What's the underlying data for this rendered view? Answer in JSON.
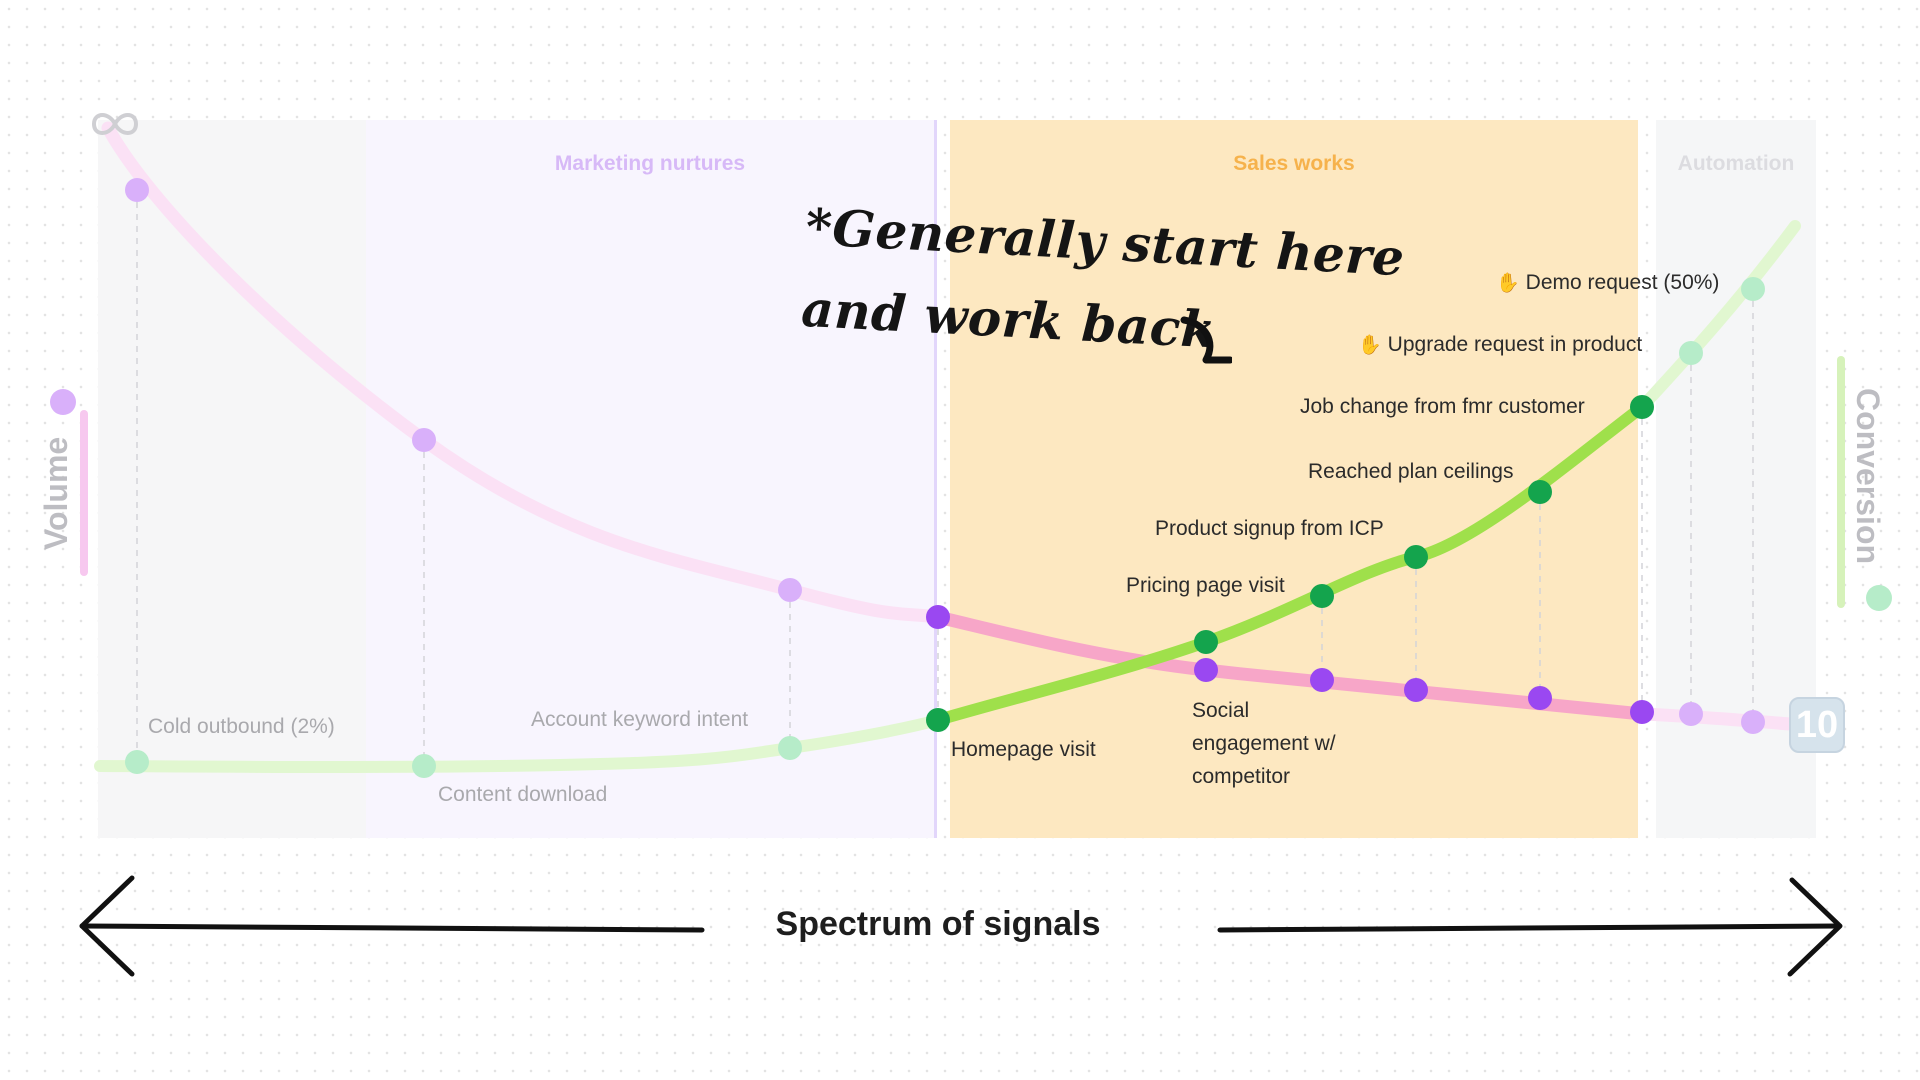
{
  "zones": {
    "marketing": "Marketing nurtures",
    "sales": "Sales works",
    "automation": "Automation"
  },
  "axes": {
    "volume": "Volume",
    "conversion": "Conversion",
    "top_symbol": "∞",
    "bottom_badge": "10"
  },
  "annotation": {
    "line1": "*Generally start here",
    "line2": "and work back"
  },
  "spectrum_title": "Spectrum of signals",
  "signals": [
    {
      "id": "cold-outbound",
      "label": "Cold outbound (2%)",
      "zone": "none"
    },
    {
      "id": "content-download",
      "label": "Content download",
      "zone": "marketing"
    },
    {
      "id": "account-keyword-intent",
      "label": "Account keyword intent",
      "zone": "marketing"
    },
    {
      "id": "homepage-visit",
      "label": "Homepage visit",
      "zone": "sales"
    },
    {
      "id": "social-engagement",
      "label": "Social engagement w/ competitor",
      "zone": "sales"
    },
    {
      "id": "pricing-page-visit",
      "label": "Pricing page visit",
      "zone": "sales"
    },
    {
      "id": "product-signup",
      "label": "Product signup from ICP",
      "zone": "sales"
    },
    {
      "id": "reached-plan-ceilings",
      "label": "Reached plan ceilings",
      "zone": "sales"
    },
    {
      "id": "job-change",
      "label": "Job change from fmr customer",
      "zone": "sales"
    },
    {
      "id": "upgrade-request",
      "label": "Upgrade request in product",
      "icon": "raised-hand-icon",
      "zone": "automation"
    },
    {
      "id": "demo-request",
      "label": "Demo request (50%)",
      "icon": "raised-hand-icon",
      "zone": "automation"
    }
  ],
  "colors": {
    "volume_curve": "#f7a6c8",
    "volume_dot": "#9a48f1",
    "conversion_curve": "#9fe04b",
    "conversion_dot": "#14a44d",
    "sales_zone": "#fde8c1",
    "marketing_zone": "#f8f5fe"
  }
}
